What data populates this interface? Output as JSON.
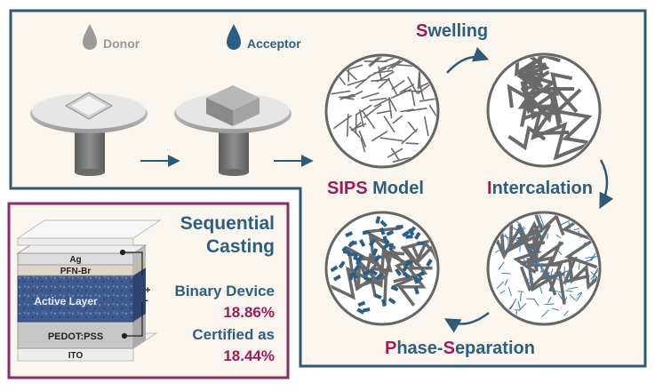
{
  "colors": {
    "frame_blue": "#2e5a78",
    "frame_purple": "#8a2b6b",
    "panel_bg": "#faf6ee",
    "text_blue": "#2c5f82",
    "text_magenta": "#a01a5a",
    "arrow_blue": "#2e5a78",
    "donor_gray": "#9a9a9a",
    "acceptor_blue": "#2a5f86"
  },
  "drops": {
    "donor_label": "Donor",
    "acceptor_label": "Acceptor"
  },
  "cycle": {
    "swelling": {
      "initial": "S",
      "rest": "welling"
    },
    "intercalation": {
      "initial": "I",
      "rest": "ntercalation"
    },
    "phase_separation": {
      "initial1": "P",
      "part1": "hase-",
      "initial2": "S",
      "part2": "eparation"
    },
    "model": {
      "initials": "SIPS",
      "rest": " Model"
    }
  },
  "device": {
    "title_line1": "Sequential",
    "title_line2": "Casting",
    "layers": [
      "Ag",
      "PFN-Br",
      "Active Layer",
      "PEDOT:PSS",
      "ITO"
    ],
    "plus": "+",
    "minus": "-",
    "binary_label": "Binary Device",
    "binary_pce": "18.86%",
    "certified_label": "Certified as",
    "certified_pce": "18.44%"
  }
}
